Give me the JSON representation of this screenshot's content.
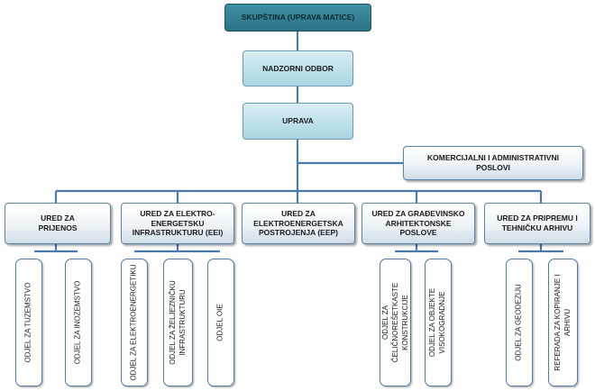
{
  "top": {
    "assembly": "SKUPŠTINA (UPRAVA MATICE)",
    "supervisory_board": "NADZORNI ODBOR",
    "management": "UPRAVA"
  },
  "commercial": "KOMERCIJALNI I ADMINISTRATIVNI POSLOVI",
  "offices": [
    {
      "label": "URED ZA PRIJENOS",
      "departments": [
        "ODJEL ZA TUZEMSTVO",
        "ODJEL ZA INOZEMSTVO"
      ]
    },
    {
      "label": "URED ZA ELEKTRO-ENERGETSKU INFRASTRUKTURU (EEI)",
      "departments": [
        "ODJEL ZA ELEKTROENERGETIKU",
        "ODJEL ZA ŽELJEZNIČKU INFRASTRUKTURU",
        "ODJEL OIE"
      ]
    },
    {
      "label": "URED ZA ELEKTROENERGETSKA POSTROJENJA (EEP)",
      "departments": []
    },
    {
      "label": "URED ZA GRAĐEVINSKO ARHITEKTONSKE POSLOVE",
      "departments": [
        "ODJEL ZA ČELIČNOREŠETKASTE KONSTRUKCIJE",
        "ODJEL ZA OBJEKTE VISOKOGRADNJE"
      ]
    },
    {
      "label": "URED ZA PRIPREMU I TEHNIČKU ARHIVU",
      "departments": [
        "ODJEL ZA GEODEZIJU",
        "REFERADA ZA KOPIRANJE I ARHIVU"
      ]
    }
  ],
  "colors": {
    "line": "#4a7ab0",
    "top_box": "#2c7386",
    "mid_box": "#a9d6e2",
    "office_border": "#5a84a8"
  }
}
